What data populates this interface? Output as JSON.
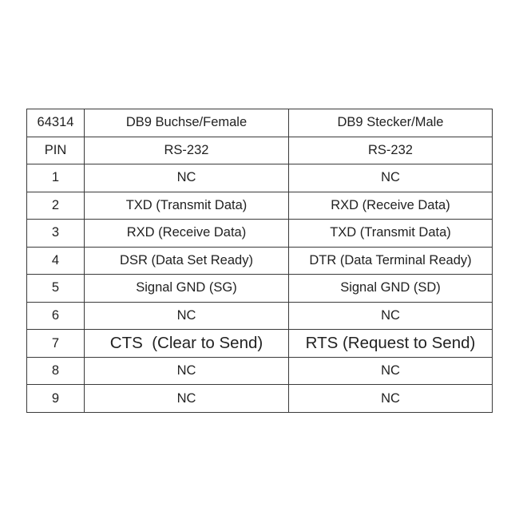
{
  "table": {
    "header": {
      "part_number": "64314",
      "female_label": "DB9 Buchse/Female",
      "male_label": "DB9 Stecker/Male"
    },
    "subheader": {
      "pin_label": "PIN",
      "female_standard": "RS-232",
      "male_standard": "RS-232"
    },
    "rows": [
      {
        "pin": "1",
        "female": "NC",
        "male": "NC"
      },
      {
        "pin": "2",
        "female": "TXD (Transmit Data)",
        "male": "RXD (Receive Data)"
      },
      {
        "pin": "3",
        "female": "RXD (Receive Data)",
        "male": "TXD (Transmit Data)"
      },
      {
        "pin": "4",
        "female": "DSR (Data Set Ready)",
        "male": "DTR (Data Terminal Ready)"
      },
      {
        "pin": "5",
        "female": "Signal GND (SG)",
        "male": "Signal GND (SD)"
      },
      {
        "pin": "6",
        "female": "NC",
        "male": "NC"
      },
      {
        "pin": "7",
        "female": "CTS  (Clear to Send)",
        "male": "RTS (Request to Send)"
      },
      {
        "pin": "8",
        "female": "NC",
        "male": "NC"
      },
      {
        "pin": "9",
        "female": "NC",
        "male": "NC"
      }
    ]
  }
}
